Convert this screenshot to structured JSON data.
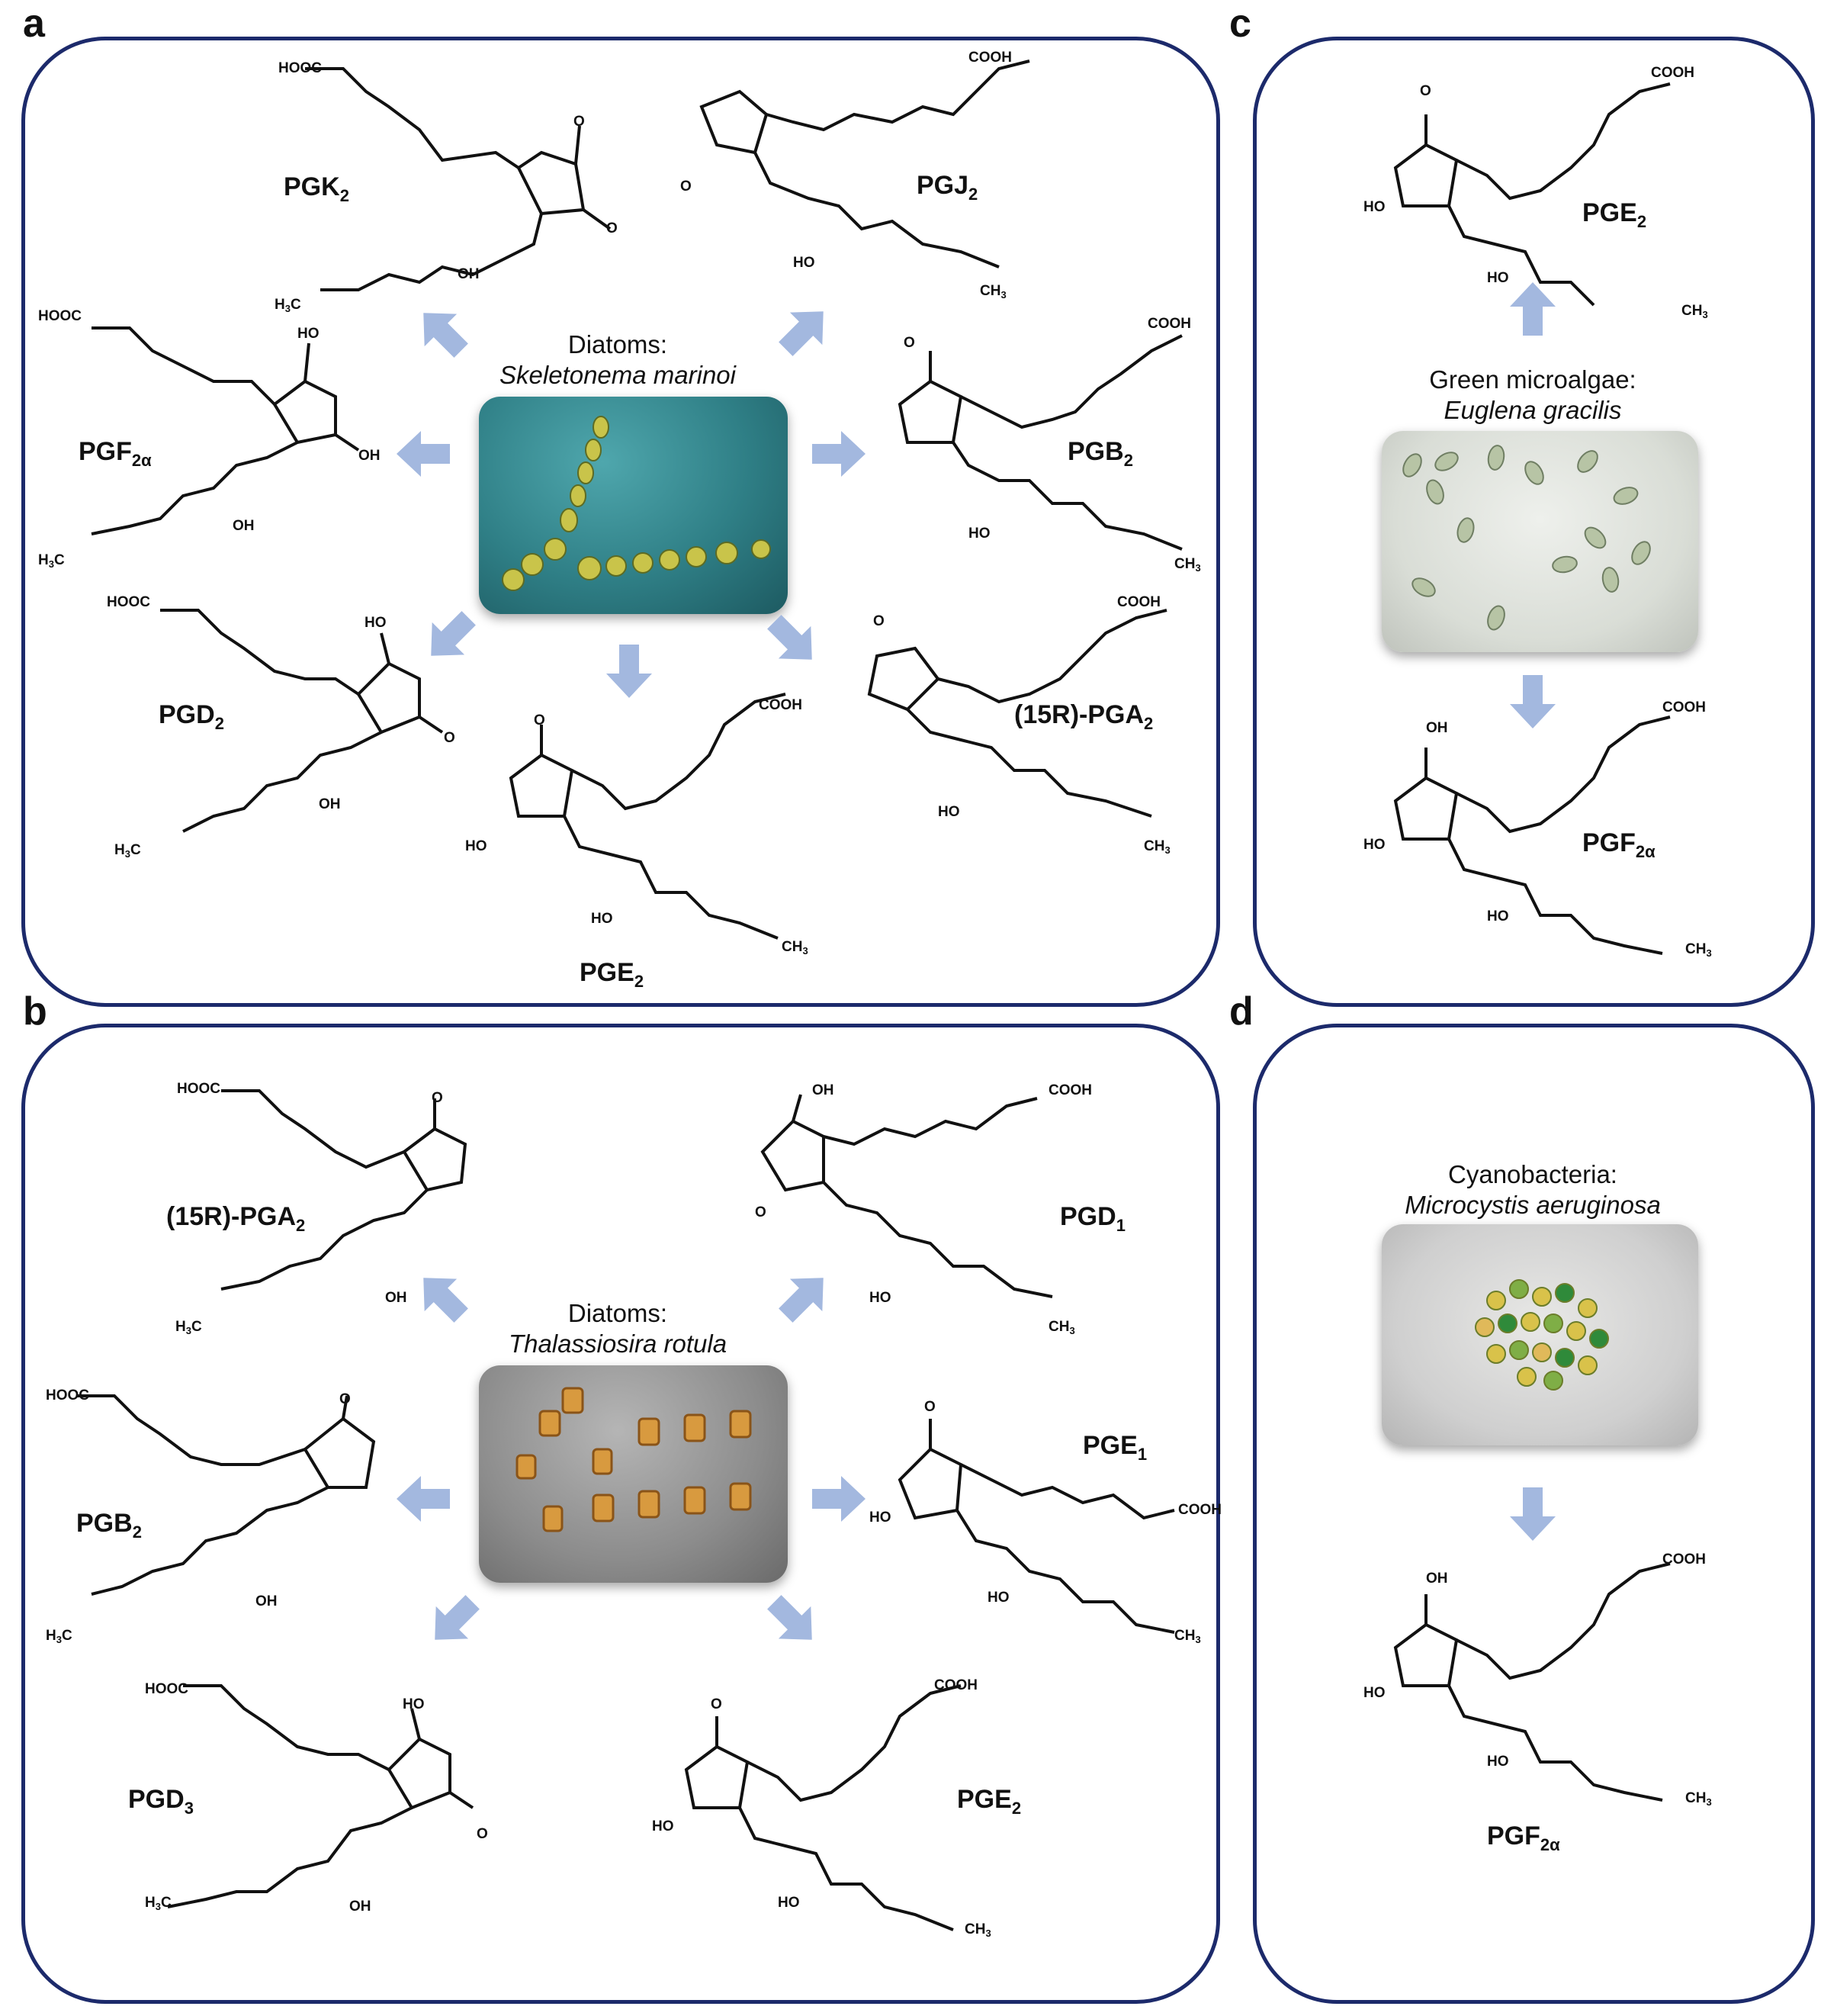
{
  "panels": [
    {
      "label": "a",
      "organism": "Diatoms:",
      "species": "Skeletonema marinoi",
      "compounds": [
        "PGK",
        "PGJ",
        "PGF",
        "PGB",
        "PGD",
        "PGE",
        "(15R)-PGA"
      ]
    },
    {
      "label": "b",
      "organism": "Diatoms:",
      "species": "Thalassiosira rotula",
      "compounds": [
        "(15R)-PGA",
        "PGD",
        "PGB",
        "PGE",
        "PGD",
        "PGE"
      ]
    },
    {
      "label": "c",
      "organism": "Green microalgae:",
      "species": "Euglena gracilis",
      "compounds": [
        "PGE",
        "PGF"
      ]
    },
    {
      "label": "d",
      "organism": "Cyanobacteria:",
      "species": "Microcystis aeruginosa",
      "compounds": [
        "PGF"
      ]
    }
  ],
  "subscripts": {
    "two": "2",
    "one": "1",
    "three": "3",
    "two_alpha": "2α"
  },
  "groups": {
    "cooh": "COOH",
    "hooc": "HOOC",
    "oh": "OH",
    "ho": "HO",
    "o": "O",
    "ch3_prefix": "CH",
    "ch3_h": "H",
    "ch3_c": "C",
    "three": "3"
  },
  "colors": {
    "frame": "#1c2a6b",
    "arrow": "#a3b8df",
    "photo_a": "#2f7f86",
    "photo_b": "#8c8c8c",
    "photo_c": "#d9ddd6",
    "photo_d": "#cfcfcf"
  }
}
